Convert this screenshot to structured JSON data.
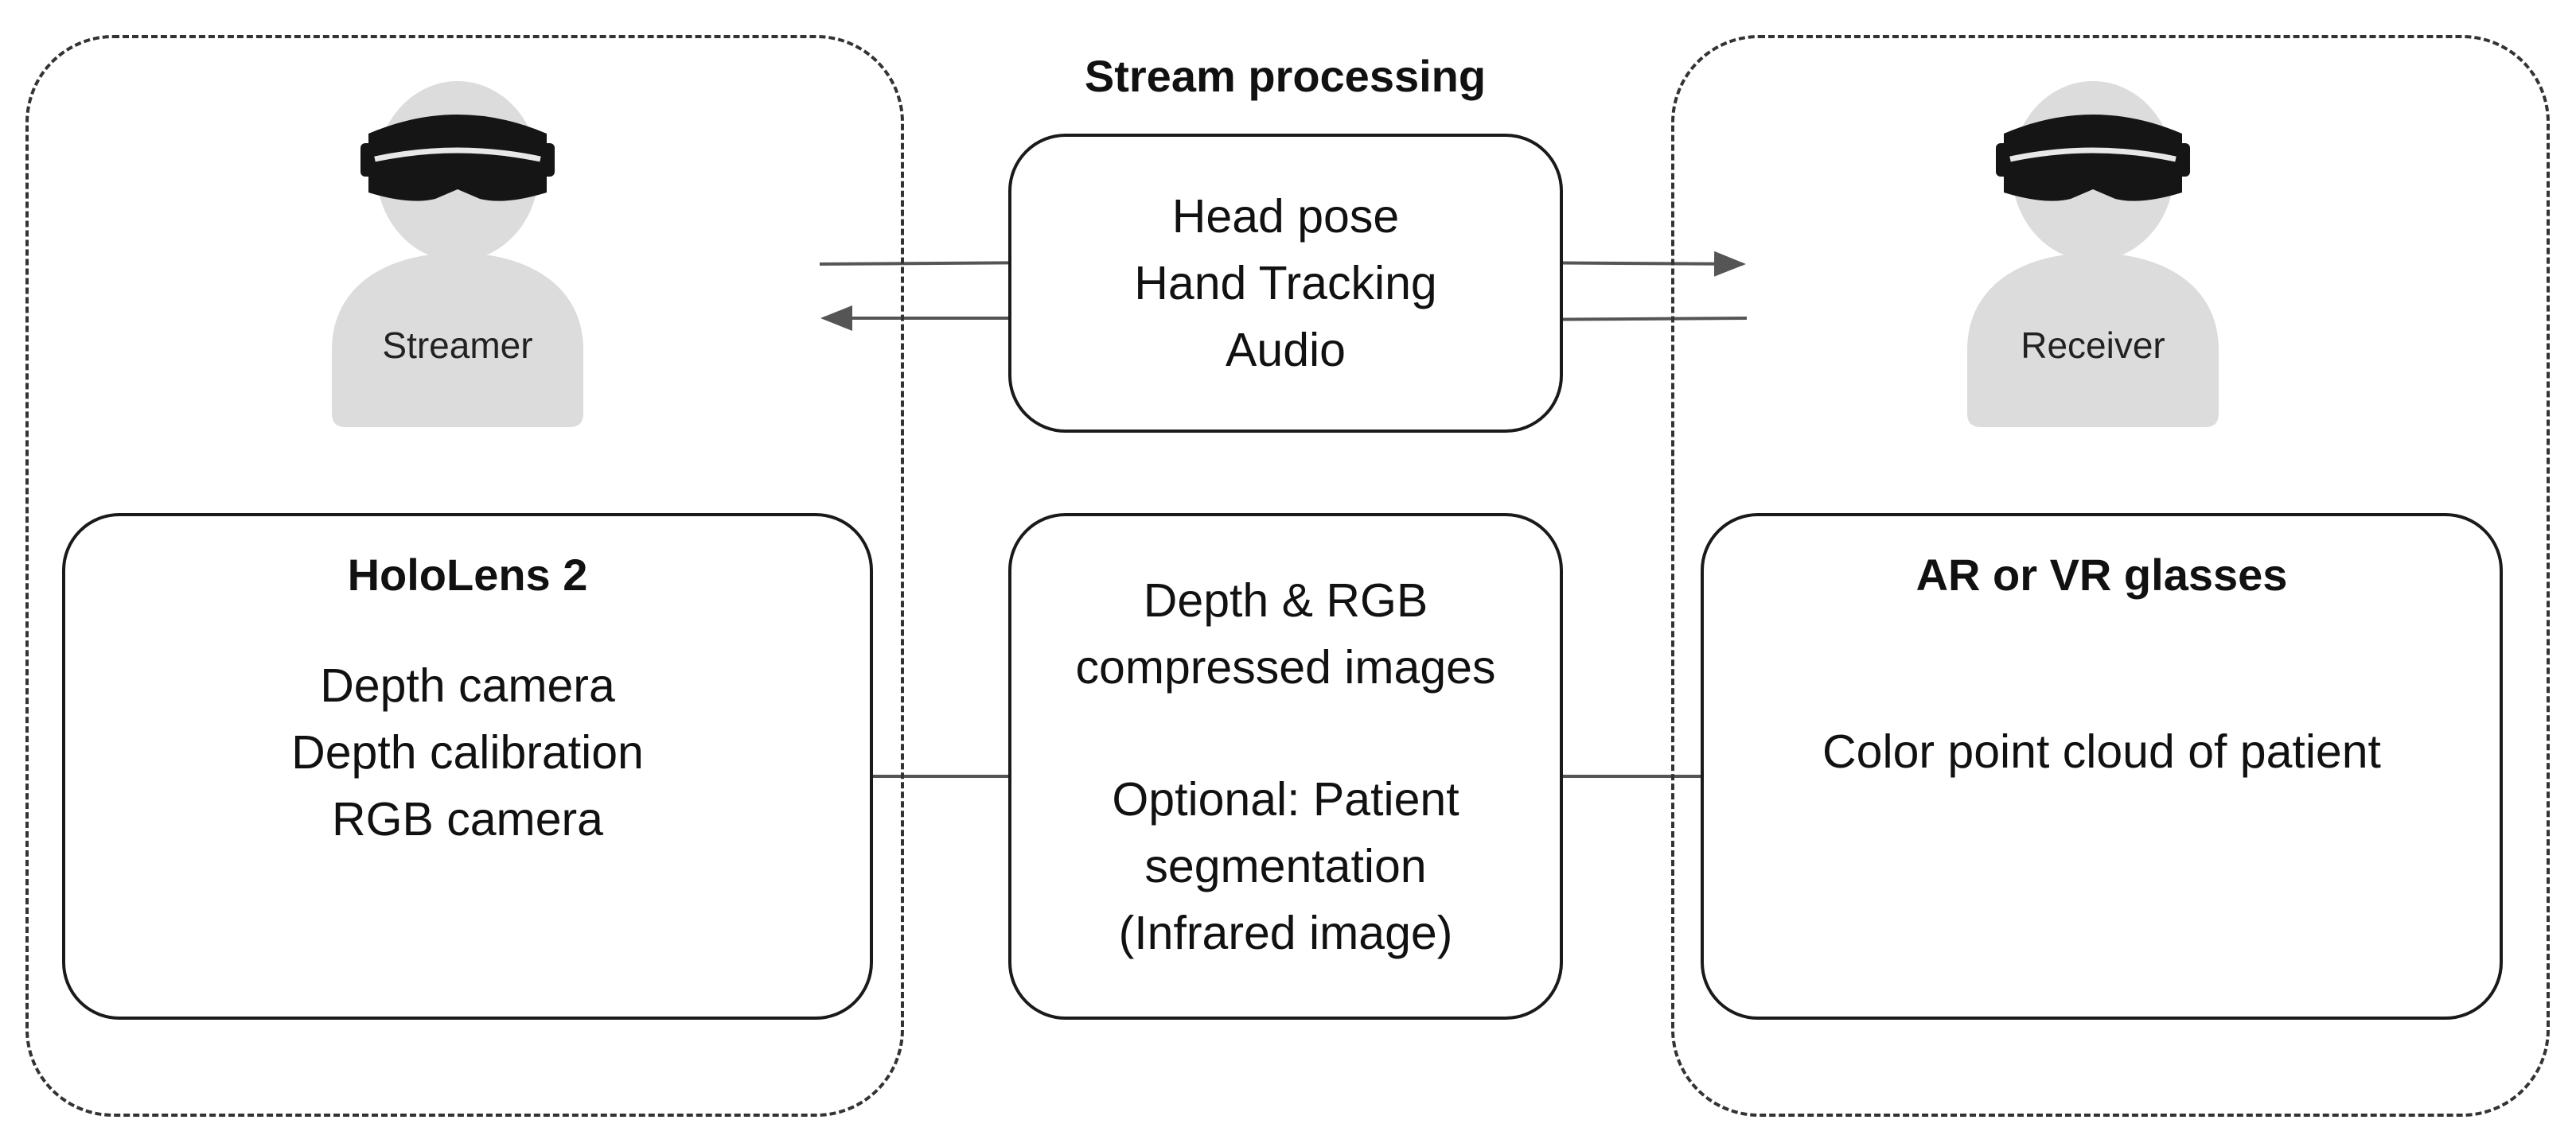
{
  "header": {
    "title": "Stream processing"
  },
  "streamer": {
    "label": "Streamer",
    "device": {
      "title": "HoloLens 2",
      "lines": [
        "Depth camera",
        "Depth calibration",
        "RGB camera"
      ]
    }
  },
  "tracking": {
    "lines": [
      "Head pose",
      "Hand Tracking",
      "Audio"
    ]
  },
  "images": {
    "lines": [
      "Depth & RGB",
      "compressed images"
    ],
    "optional_lines": [
      "Optional: Patient",
      "segmentation",
      "(Infrared image)"
    ]
  },
  "receiver": {
    "label": "Receiver",
    "device": {
      "title": "AR or VR glasses",
      "lines": [
        "Color point cloud of patient"
      ]
    }
  },
  "icons": {
    "person": "person-with-headset-icon"
  },
  "colors": {
    "person_fill": "#dcdcdc",
    "visor": "#151515",
    "arrow": "#555555",
    "border": "#1a1a1a"
  }
}
